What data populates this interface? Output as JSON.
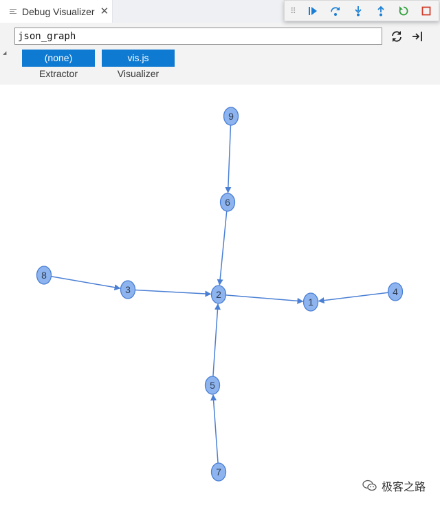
{
  "tab": {
    "title": "Debug Visualizer",
    "close_glyph": "✕"
  },
  "debug_toolbar": {
    "grip_glyph": "⠿",
    "buttons": [
      "continue",
      "step-over",
      "step-into",
      "step-out",
      "restart",
      "stop"
    ]
  },
  "expression": {
    "value": "json_graph"
  },
  "extractor": {
    "value": "(none)",
    "label": "Extractor"
  },
  "visualizer": {
    "value": "vis.js",
    "label": "Visualizer"
  },
  "colors": {
    "accent": "#0e7ad1",
    "node_fill": "#8db4ee",
    "node_stroke": "#4a7fd4",
    "edge": "#4a7fd4"
  },
  "graph": {
    "nodes": [
      "9",
      "6",
      "2",
      "8",
      "3",
      "1",
      "4",
      "5",
      "7"
    ],
    "edges": [
      {
        "from": "9",
        "to": "6"
      },
      {
        "from": "6",
        "to": "2"
      },
      {
        "from": "8",
        "to": "3"
      },
      {
        "from": "3",
        "to": "2"
      },
      {
        "from": "2",
        "to": "1"
      },
      {
        "from": "4",
        "to": "1"
      },
      {
        "from": "5",
        "to": "2"
      },
      {
        "from": "7",
        "to": "5"
      }
    ]
  },
  "watermark": {
    "text": "极客之路"
  }
}
